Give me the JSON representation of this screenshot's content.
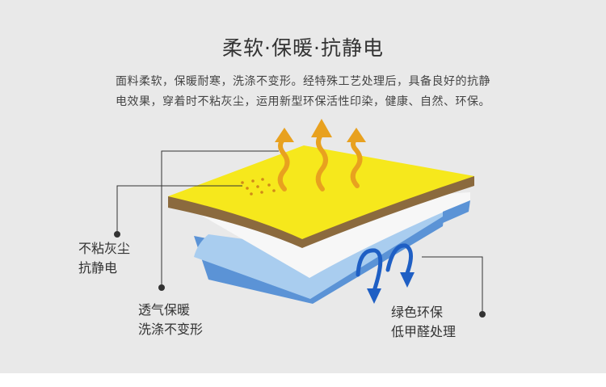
{
  "title": "柔软·保暖·抗静电",
  "description": {
    "line1": "面料柔软，保暖耐寒，洗涤不变形。经特殊工艺处理后，具备良好的抗静",
    "line2": "电效果，穿着时不粘灰尘，运用新型环保活性印染，健康、自然、环保。"
  },
  "callouts": {
    "dust": {
      "line1": "不粘灰尘",
      "line2": "抗静电"
    },
    "breath": {
      "line1": "透气保暖",
      "line2": "洗涤不变形"
    },
    "green": {
      "line1": "绿色环保",
      "line2": "低甲醛处理"
    }
  },
  "colors": {
    "background": "#e9e9e9",
    "top_layer": "#f6e81c",
    "top_layer_edge": "#8b6a3e",
    "white_layer": "#ffffff",
    "blue_layer": "#a9cdef",
    "blue_edge": "#5b93d6",
    "warm_arrow": "#e8a11f",
    "cool_arrow": "#1f5fc4"
  },
  "icons": {
    "warm_arrows": "wavy-up-arrow",
    "cool_arrows": "curved-down-arrow"
  }
}
